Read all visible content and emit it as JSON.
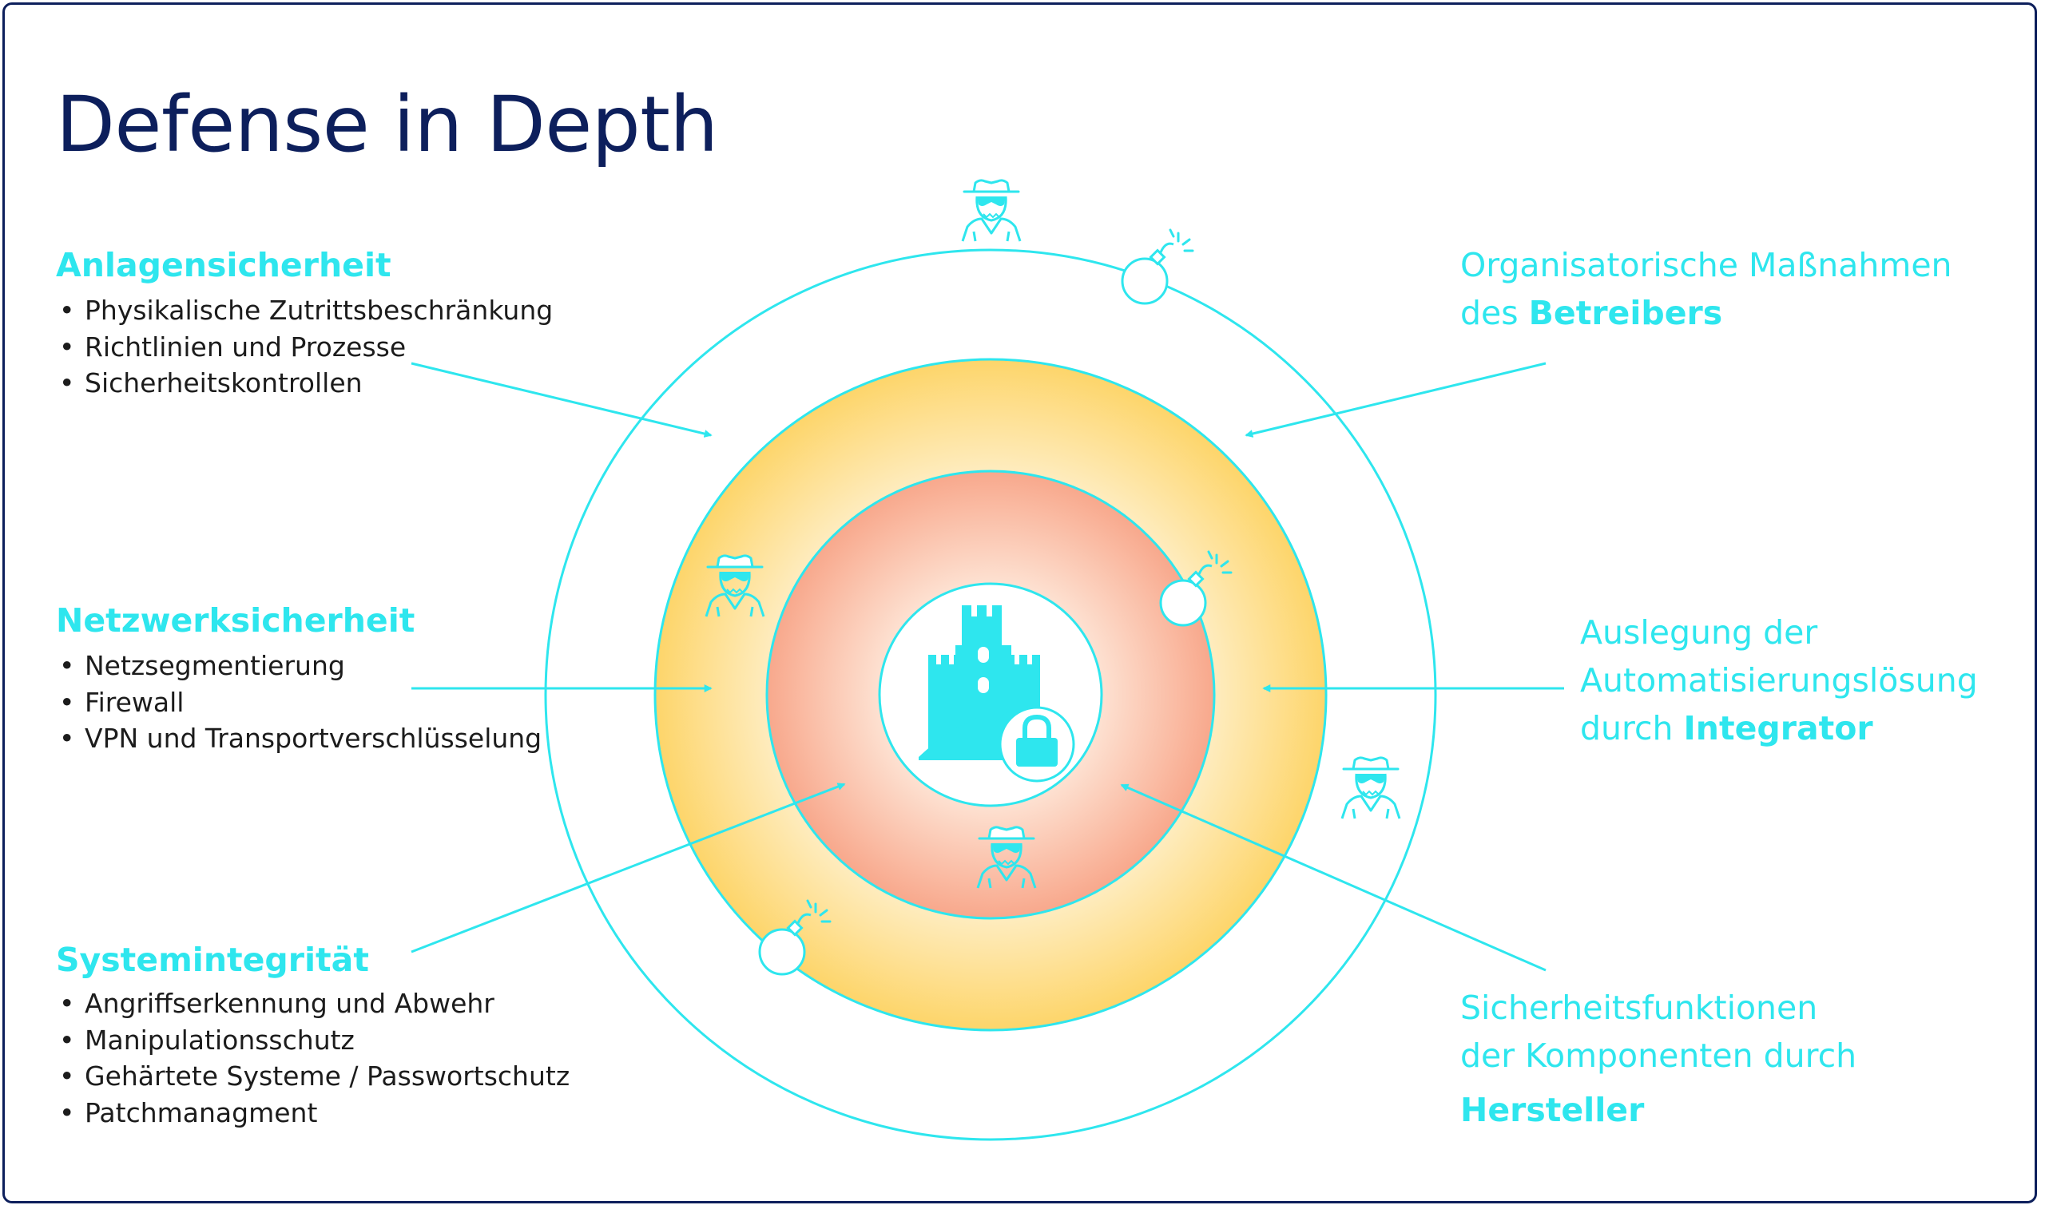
{
  "title": "Defense in Depth",
  "colors": {
    "frame": "#0d1f5c",
    "title": "#0d1f5c",
    "accent": "#2ee6ee",
    "text": "#1c1c1c",
    "ring_outer_fill": "#ffffff",
    "ring_middle_fill": "#fdd56a",
    "ring_inner_fill": "#f8a88c",
    "core_fill": "#ffffff"
  },
  "left_sections": [
    {
      "heading": "Anlagensicherheit",
      "items": [
        "Physikalische Zutrittsbeschränkung",
        "Richtlinien und Prozesse",
        "Sicherheitskontrollen"
      ]
    },
    {
      "heading": "Netzwerksicherheit",
      "items": [
        "Netzsegmentierung",
        "Firewall",
        "VPN und Transportverschlüsselung"
      ]
    },
    {
      "heading": "Systemintegrität",
      "items": [
        "Angriffserkennung und Abwehr",
        "Manipulationsschutz",
        "Gehärtete Systeme / Passwortschutz",
        "Patchmanagment"
      ]
    }
  ],
  "right_labels": {
    "operator": {
      "line1": "Organisatorische Maßnahmen",
      "line2_prefix": "des ",
      "line2_bold": "Betreibers"
    },
    "integrator": {
      "line1": "Auslegung der",
      "line2": "Automatisierungslösung",
      "line3_prefix": "durch ",
      "line3_bold": "Integrator"
    },
    "manufacturer": {
      "line1": "Sicherheitsfunktionen",
      "line2": "der Komponenten durch",
      "line3_bold": "Hersteller"
    }
  },
  "icons": {
    "core": [
      "castle-icon",
      "padlock-icon"
    ],
    "threats": [
      "hacker-icon",
      "bomb-icon"
    ]
  }
}
